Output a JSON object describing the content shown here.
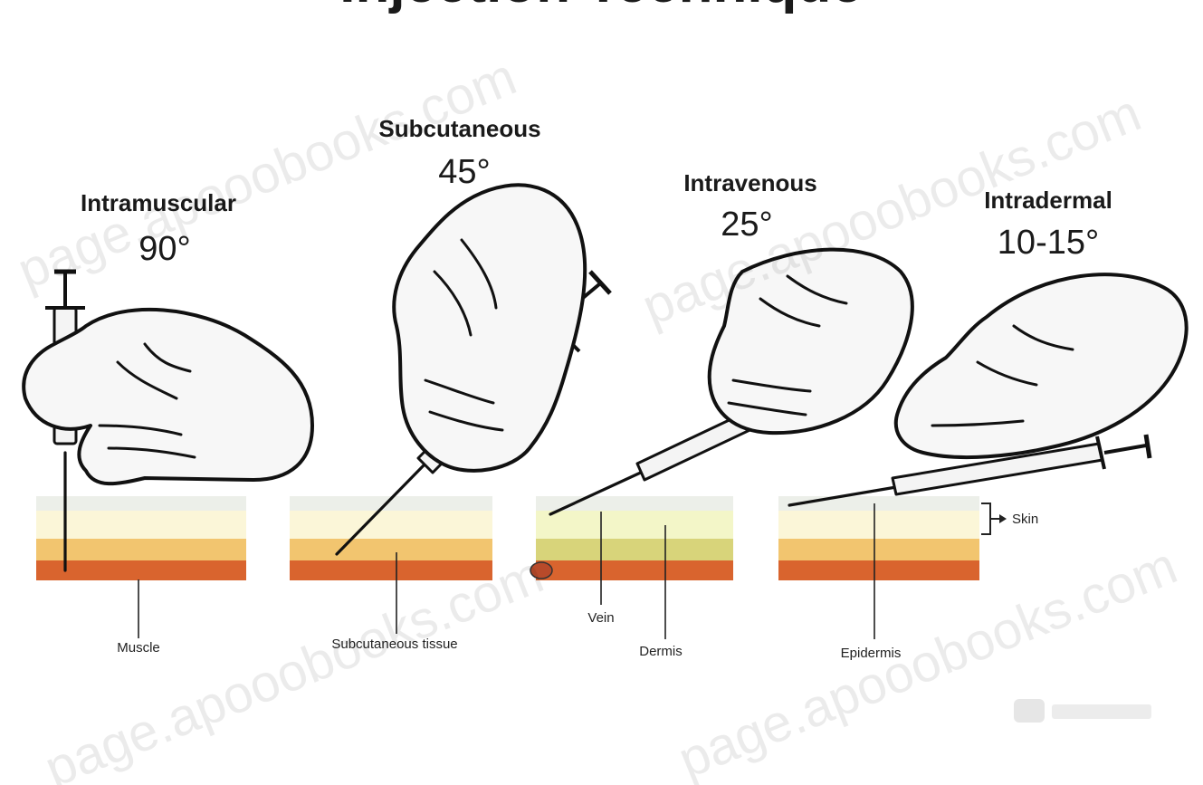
{
  "title": "Injection Technique",
  "techniques": [
    {
      "name": "Intramuscular",
      "angle": "90°"
    },
    {
      "name": "Subcutaneous",
      "angle": "45°"
    },
    {
      "name": "Intravenous",
      "angle": "25°"
    },
    {
      "name": "Intradermal",
      "angle": "10-15°"
    }
  ],
  "layer_labels": {
    "skin": "Skin",
    "muscle": "Muscle",
    "subcutaneous": "Subcutaneous tissue",
    "vein": "Vein",
    "dermis": "Dermis",
    "epidermis": "Epidermis"
  },
  "watermark": "page.apooobooks.com",
  "colors": {
    "epidermis_band": "#ecefe9",
    "dermis_band": "#fbf6d8",
    "dermis_band_alt": "#f3f6c8",
    "subcutaneous_band": "#f2c56f",
    "muscle_band": "#d9642e"
  }
}
